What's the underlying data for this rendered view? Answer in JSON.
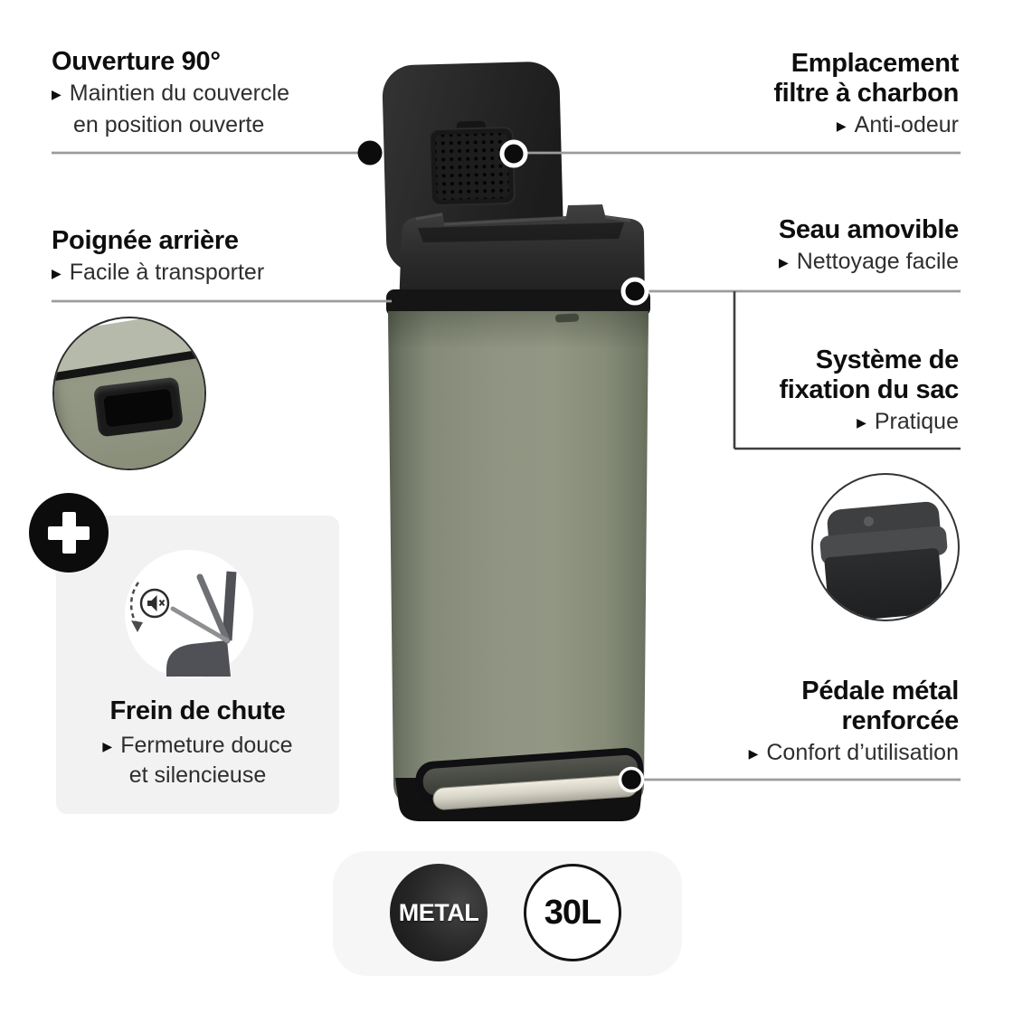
{
  "callouts": {
    "lid_open": {
      "title": "Ouverture 90°",
      "lines": [
        "Maintien du couvercle",
        "en position ouverte"
      ]
    },
    "handle": {
      "title": "Poignée arrière",
      "lines": [
        "Facile à transporter"
      ]
    },
    "filter": {
      "title_lines": [
        "Emplacement",
        "filtre à charbon"
      ],
      "lines": [
        "Anti-odeur"
      ]
    },
    "bucket": {
      "title": "Seau amovible",
      "lines": [
        "Nettoyage facile"
      ]
    },
    "bag_fix": {
      "title_lines": [
        "Système de",
        "fixation du sac"
      ],
      "lines": [
        "Pratique"
      ]
    },
    "pedal": {
      "title_lines": [
        "Pédale métal",
        "renforcée"
      ],
      "lines": [
        "Confort d’utilisation"
      ]
    },
    "soft_close": {
      "title": "Frein de chute",
      "lines": [
        "Fermeture douce",
        "et silencieuse"
      ]
    }
  },
  "badges": {
    "material": "METAL",
    "capacity": "30L"
  },
  "icons": {
    "bullet": "▶",
    "plus": "+",
    "mute": "speaker-off"
  },
  "colors": {
    "bin_green": "#8d9281",
    "dark": "#1d1d1f",
    "callout_line_gray": "#9c9c9c",
    "bracket_dark": "#3f3f3f",
    "feature_box_bg": "#f2f2f2",
    "bottom_panel_bg": "#f6f6f6"
  }
}
